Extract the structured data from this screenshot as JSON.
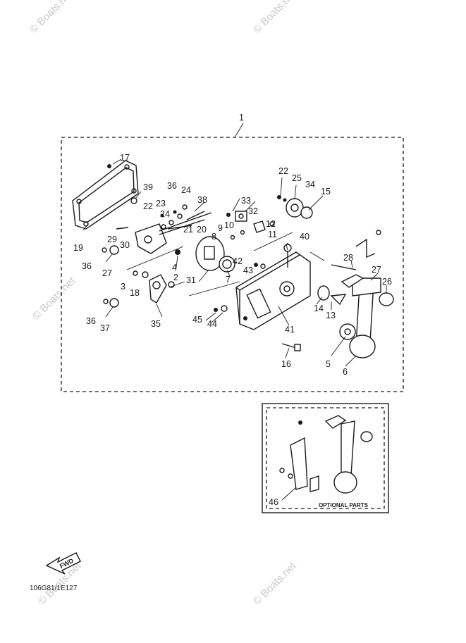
{
  "diagram": {
    "assembly_label": "1",
    "part_labels": {
      "p2": "2",
      "p3": "3",
      "p4": "4",
      "p5": "5",
      "p6": "6",
      "p7": "7",
      "p8": "8",
      "p10": "10",
      "p11": "11",
      "p12": "12",
      "p13": "13",
      "p14": "14",
      "p15": "15",
      "p16": "16",
      "p17": "17",
      "p18": "18",
      "p19": "19",
      "p20": "20",
      "p21": "21",
      "p22a": "22",
      "p22b": "22",
      "p23": "23",
      "p24a": "24",
      "p24b": "24",
      "p25": "25",
      "p26": "26",
      "p27a": "27",
      "p27b": "27",
      "p28": "28",
      "p29": "29",
      "p30": "30",
      "p31": "31",
      "p32": "32",
      "p33": "33",
      "p34": "34",
      "p35": "35",
      "p36a": "36",
      "p36b": "36",
      "p36c": "36",
      "p37": "37",
      "p38": "38",
      "p39": "39",
      "p40": "40",
      "p41": "41",
      "p42": "42",
      "p43": "43",
      "p44": "44",
      "p45": "45",
      "p46": "46",
      "p9": "9"
    },
    "optional_parts_label": "OPTIONAL PARTS",
    "fwd_label": "FWD",
    "drawing_code": "106G81/1E127",
    "watermark": "© Boats.net"
  }
}
